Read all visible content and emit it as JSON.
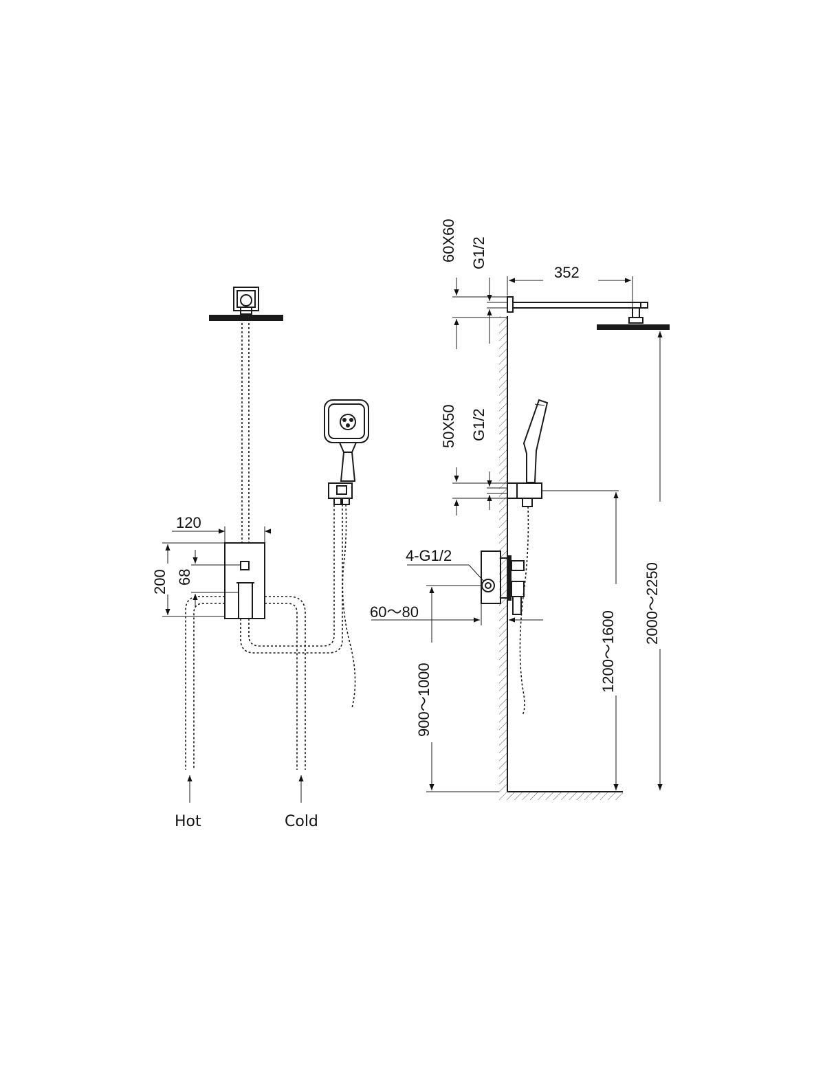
{
  "dimensions": {
    "head_plate": "60X60",
    "head_thread": "G1/2",
    "arm_length": "352",
    "holder_plate": "50X50",
    "holder_thread": "G1/2",
    "valve_threads": "4-G1/2",
    "valve_depth": "60～80",
    "valve_height": "900～1000",
    "outlet_height": "1200～1600",
    "head_height": "2000～2250",
    "box_width": "120",
    "box_height": "200",
    "handle_spacing": "68"
  },
  "labels": {
    "hot": "Hot",
    "cold": "Cold"
  }
}
